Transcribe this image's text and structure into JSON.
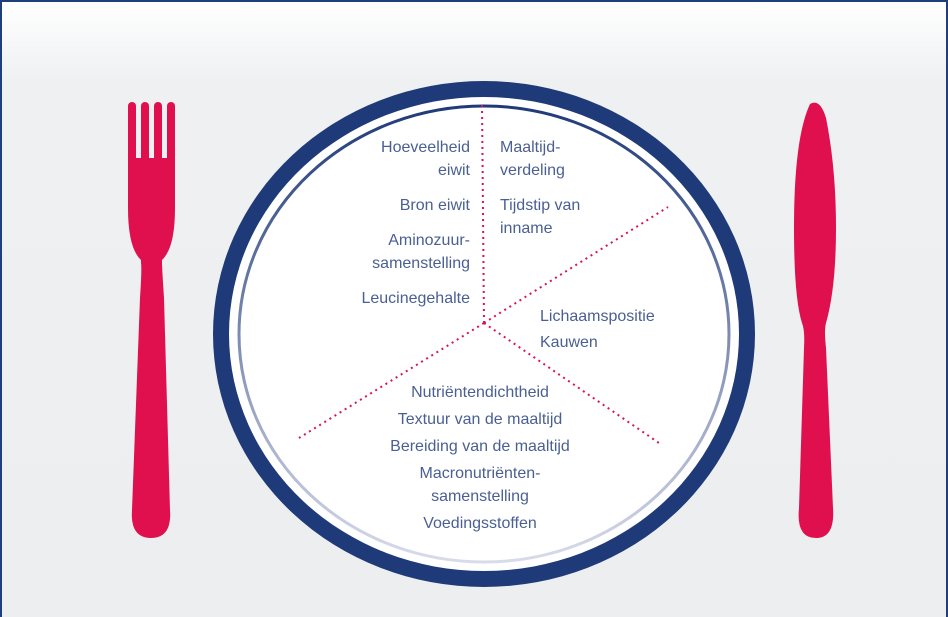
{
  "colors": {
    "plate_rim": "#1f3a78",
    "cutlery": "#e0104e",
    "divider": "#d8154f",
    "label_text": "#4a5f92",
    "frame_border": "#1e3f7a"
  },
  "icons": [
    "fork-icon",
    "knife-icon",
    "plate-icon"
  ],
  "plate": {
    "top_left": {
      "items": [
        {
          "lines": [
            "Hoeveelheid",
            "eiwit"
          ]
        },
        {
          "lines": [
            "Bron eiwit"
          ]
        },
        {
          "lines": [
            "Aminozuur-",
            "samenstelling"
          ]
        },
        {
          "lines": [
            "Leucinegehalte"
          ]
        }
      ]
    },
    "top_right": {
      "items": [
        {
          "lines": [
            "Maaltijd-",
            "verdeling"
          ]
        },
        {
          "lines": [
            "Tijdstip van",
            "inname"
          ]
        }
      ]
    },
    "right": {
      "items": [
        {
          "lines": [
            "Lichaamspositie"
          ]
        },
        {
          "lines": [
            "Kauwen"
          ]
        }
      ]
    },
    "bottom": {
      "items": [
        {
          "lines": [
            "Nutriëntendichtheid"
          ]
        },
        {
          "lines": [
            "Textuur van de maaltijd"
          ]
        },
        {
          "lines": [
            "Bereiding van de maaltijd"
          ]
        },
        {
          "lines": [
            "Macronutriënten-",
            "samenstelling"
          ]
        },
        {
          "lines": [
            "Voedingsstoffen"
          ]
        }
      ]
    }
  }
}
